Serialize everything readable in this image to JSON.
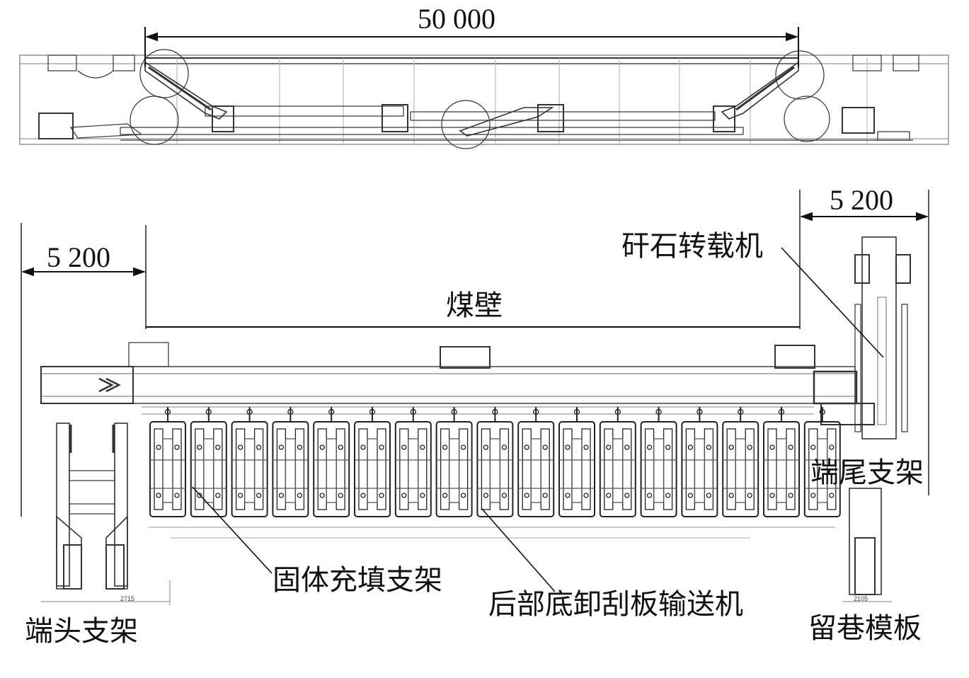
{
  "dimensions": {
    "top_span": "50 000",
    "left_end": "5 200",
    "right_end": "5 200"
  },
  "labels": {
    "coal_wall": "煤壁",
    "gangue_reloader": "矸石转载机",
    "tail_support": "端尾支架",
    "solid_fill_support": "固体充填支架",
    "rear_conveyor": "后部底卸刮板输送机",
    "head_support": "端头支架",
    "roadway_template": "留巷模板"
  },
  "small_marks": {
    "left_mark": "2715",
    "right_mark": "2105"
  },
  "colors": {
    "line": "#222222",
    "light_line": "#888888",
    "background": "#ffffff"
  }
}
